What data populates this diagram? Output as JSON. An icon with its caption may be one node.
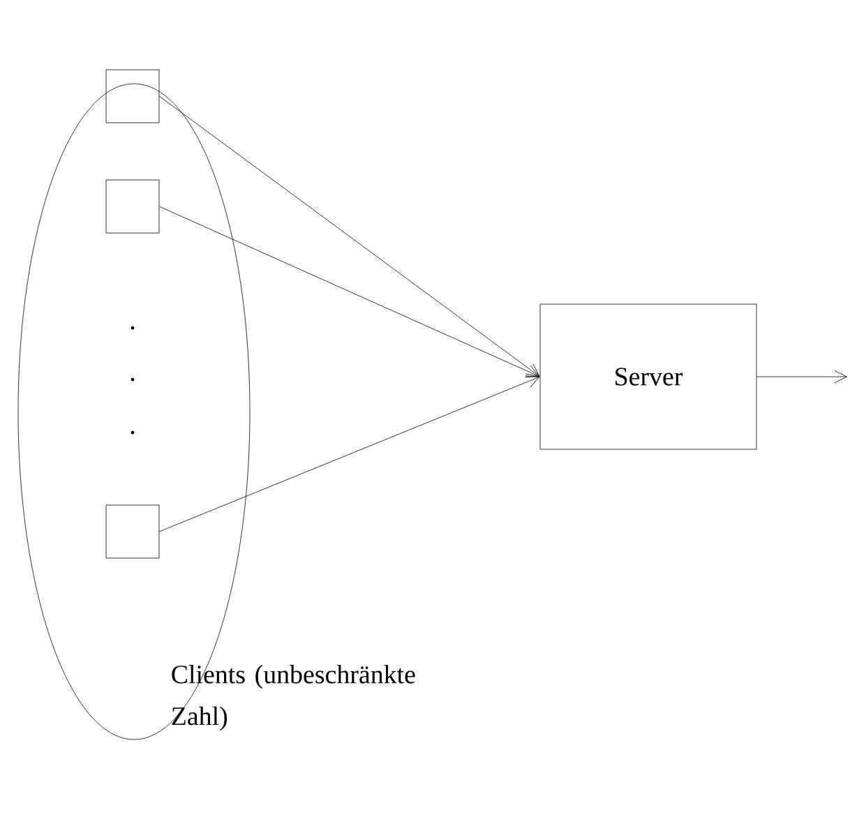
{
  "diagram": {
    "nodes": [
      {
        "text": [],
        "shape": "ellipse",
        "beside": [
          "Clients (unbeschränkte Zahl)"
        ]
      },
      {
        "text": [],
        "shape": "box",
        "in": 0
      },
      {
        "text": [],
        "shape": "box",
        "in": 0
      },
      {
        "text": [],
        "shape": "box",
        "in": 0
      },
      {
        "text": [
          "Server"
        ]
      }
    ],
    "edges": [
      {
        "from": 1,
        "to": 4,
        "arrow": "to"
      },
      {
        "from": 2,
        "to": 4,
        "arrow": "to"
      },
      {
        "from": 3,
        "to": 4,
        "arrow": "to"
      },
      {
        "from": 4,
        "to": null,
        "arrow": "to"
      }
    ]
  }
}
